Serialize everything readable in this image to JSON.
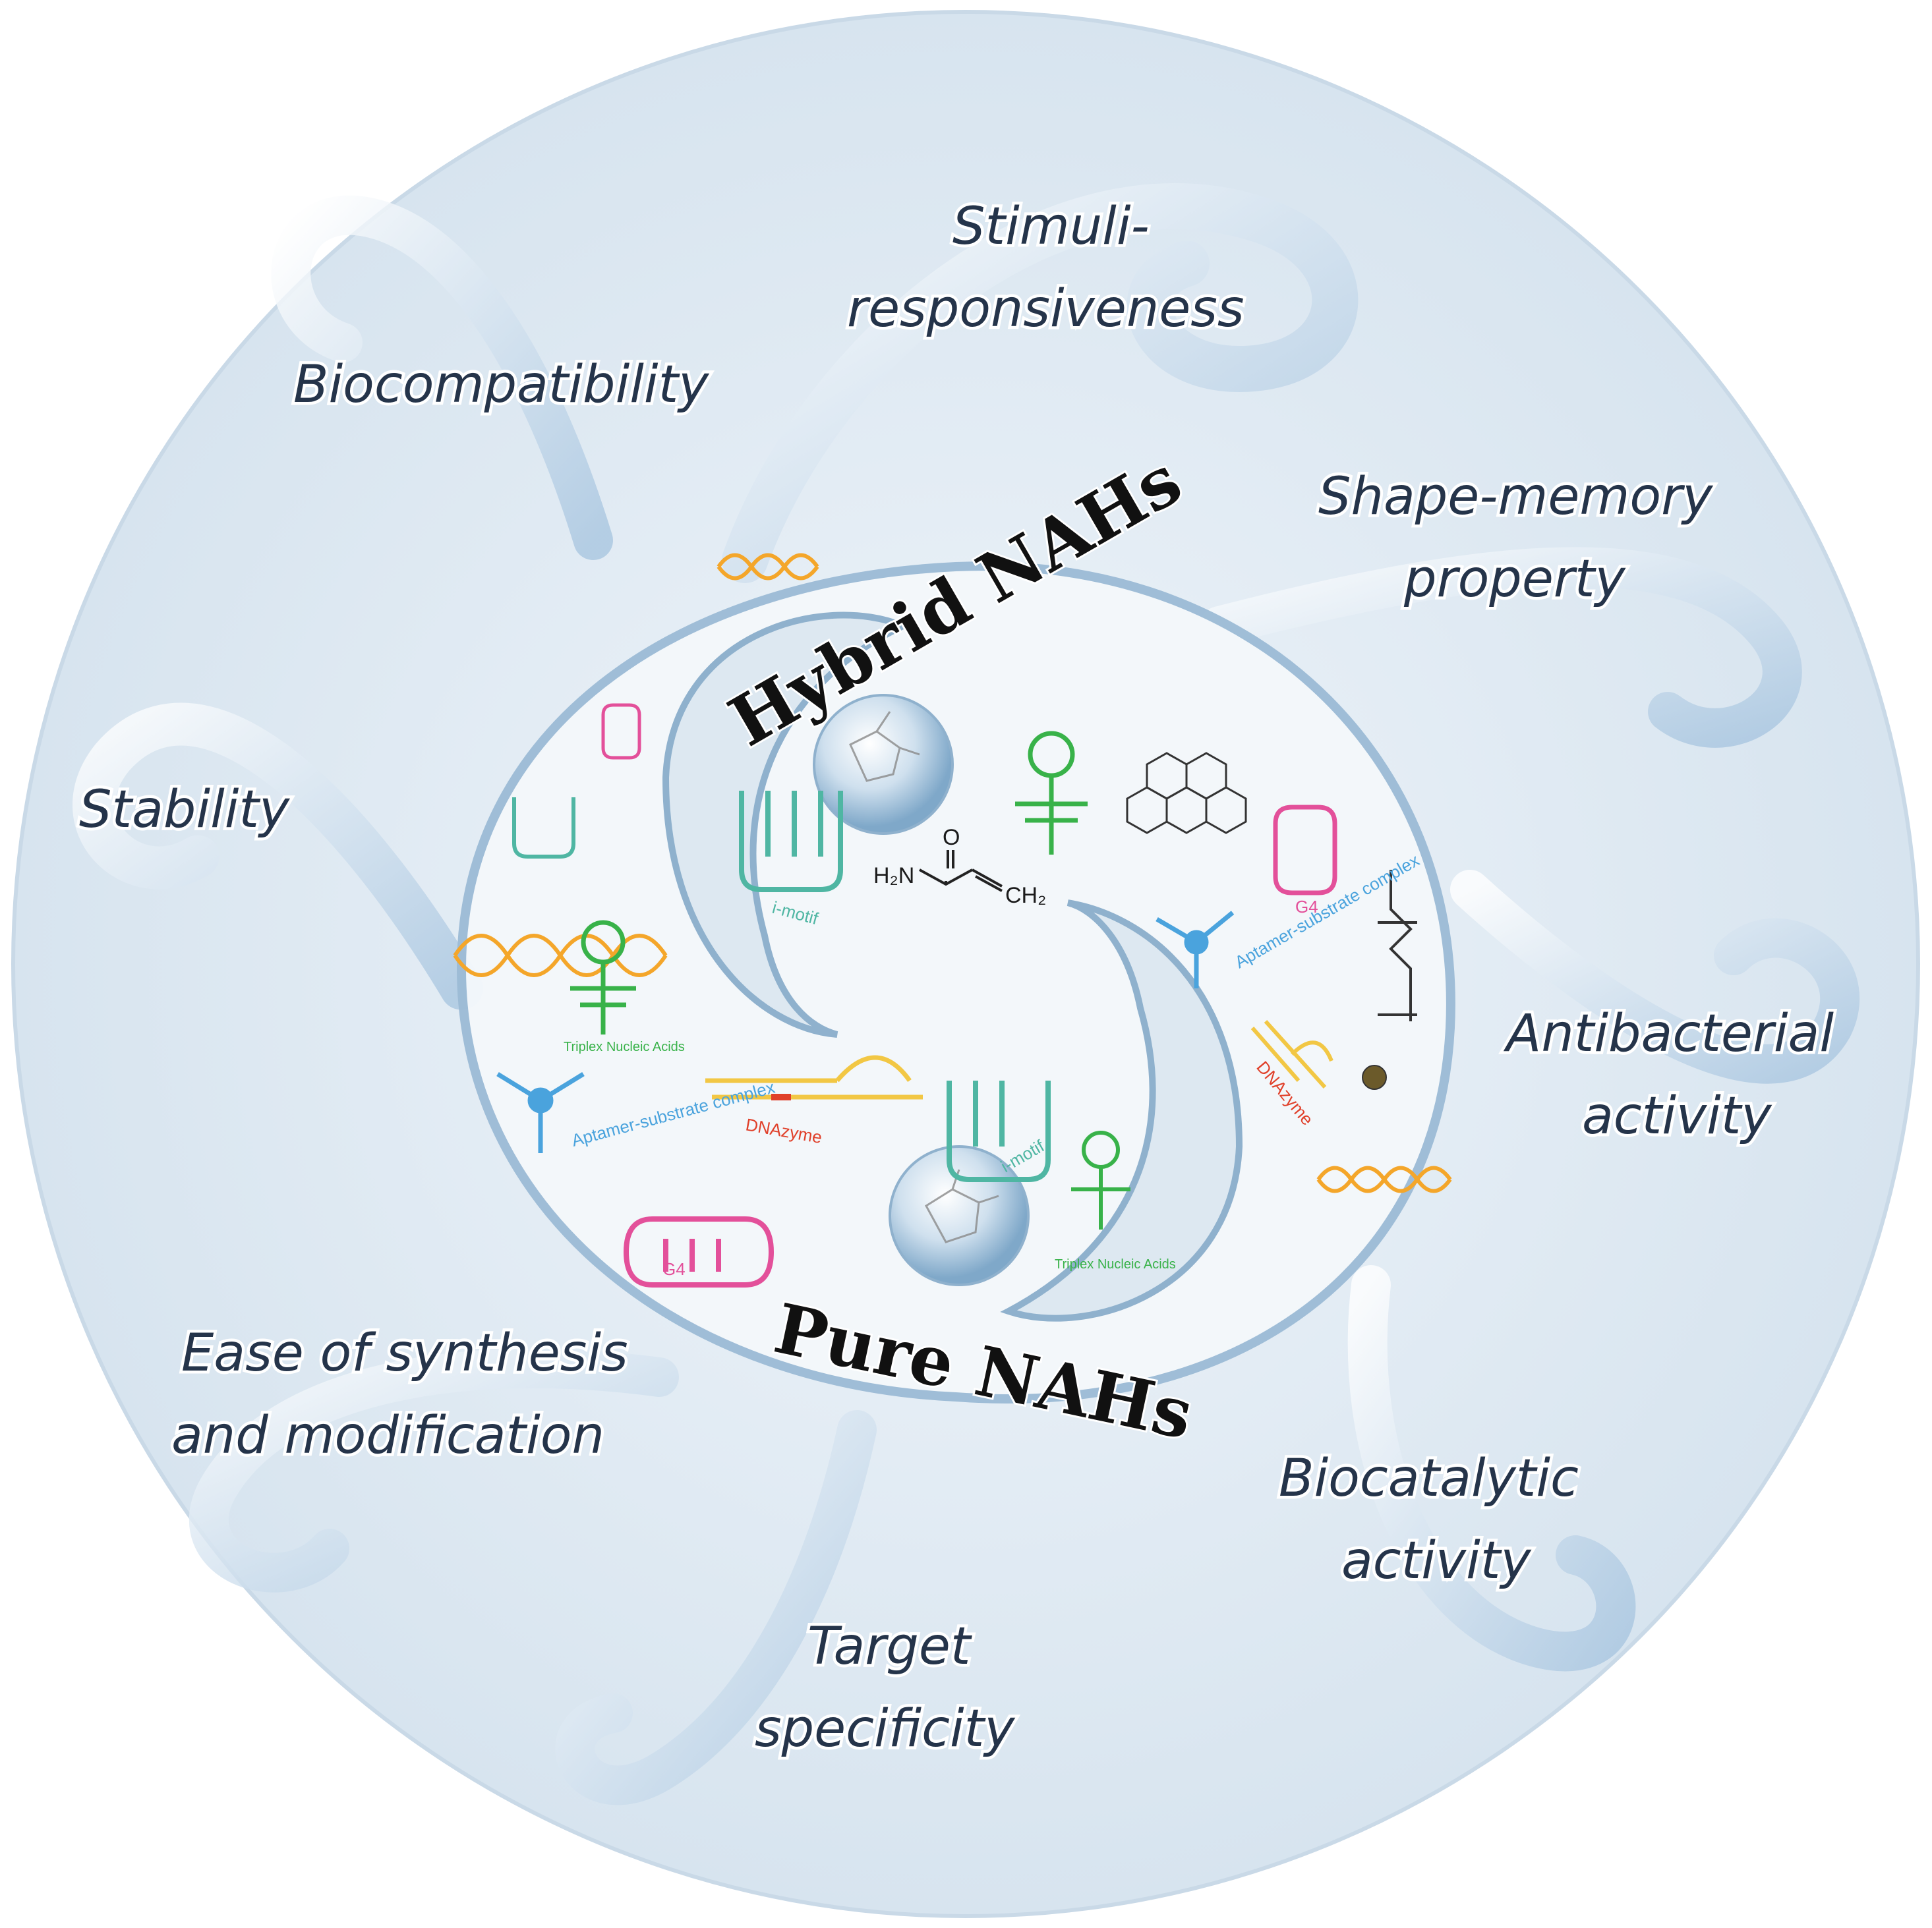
{
  "center": {
    "top_label": "Hybrid NAHs",
    "bottom_label": "Pure NAHs"
  },
  "properties": [
    {
      "id": "stimuli",
      "lines": [
        "Stimuli-",
        "responsiveness"
      ]
    },
    {
      "id": "biocompatibility",
      "lines": [
        "Biocompatibility"
      ]
    },
    {
      "id": "shape-memory",
      "lines": [
        "Shape-memory",
        "property"
      ]
    },
    {
      "id": "stability",
      "lines": [
        "Stability"
      ]
    },
    {
      "id": "antibacterial",
      "lines": [
        "Antibacterial",
        "activity"
      ]
    },
    {
      "id": "ease",
      "lines": [
        "Ease of synthesis",
        "and modification"
      ]
    },
    {
      "id": "biocatalytic",
      "lines": [
        "Biocatalytic",
        "activity"
      ]
    },
    {
      "id": "target",
      "lines": [
        "Target",
        "specificity"
      ]
    }
  ],
  "structure_labels": {
    "imotif": "i-motif",
    "g4": "G4",
    "aptamer": "Aptamer-substrate complex",
    "dnazyme": "DNAzyme",
    "tna": "Triplex Nucleic Acids",
    "acrylamide_h2n": "H₂N",
    "acrylamide_o": "O",
    "acrylamide_ch2": "CH₂"
  },
  "colors": {
    "background_disk": "#dfe9f2",
    "water_swirl": "#c4d8ea",
    "helix_orange": "#f4a62a",
    "dna_green": "#38b249",
    "teal": "#4fb6a3",
    "pink": "#e3509a",
    "aptamer_blue": "#4aa3dd",
    "dnazyme_yellow": "#f2c744",
    "label_text": "#25344a"
  }
}
